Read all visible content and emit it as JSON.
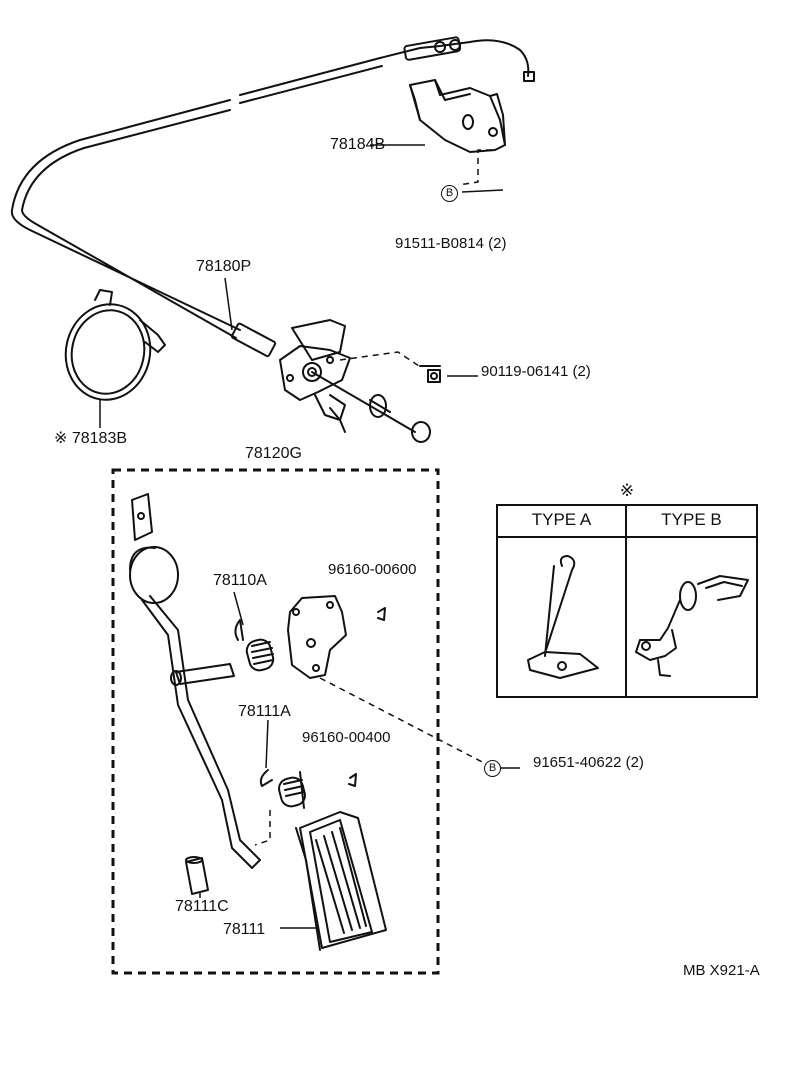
{
  "labels": {
    "bracket": "78184B",
    "bolt_bracket": "91511-B0814 (2)",
    "cable": "78180P",
    "bolt_cable": "90119-06141 (2)",
    "clamp": "78183B",
    "clamp_mark": "※",
    "assembly": "78120G",
    "spring_a": "78110A",
    "clip_600": "96160-00600",
    "spring_b": "78111A",
    "clip_400": "96160-00400",
    "bolt_pedal": "91651-40622 (2)",
    "pin": "78111C",
    "pedal_pad": "78111",
    "figure_code": "MB X921-A"
  },
  "callout_letter": "B",
  "types_table": {
    "mark": "※",
    "headers": [
      "TYPE A",
      "TYPE B"
    ]
  }
}
